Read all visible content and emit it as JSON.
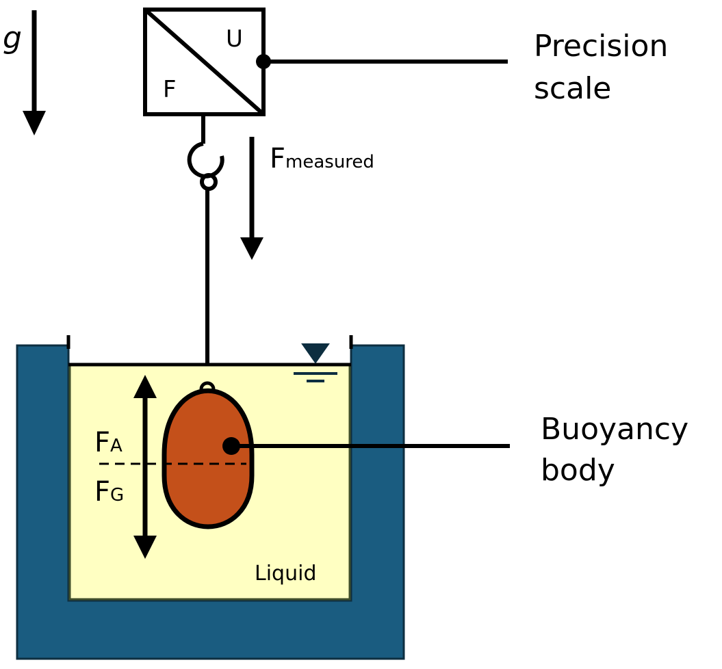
{
  "diagram": {
    "gravity_symbol": "g",
    "scale_box": {
      "output_symbol": "U",
      "input_symbol": "F"
    },
    "measured_force": {
      "symbol": "F",
      "subscript": "measured"
    },
    "callouts": {
      "precision_scale": {
        "line1": "Precision",
        "line2": "scale"
      },
      "buoyancy_body": {
        "line1": "Buoyancy",
        "line2": "body"
      }
    },
    "forces": {
      "buoyant": {
        "symbol": "F",
        "subscript": "A"
      },
      "gravity": {
        "symbol": "F",
        "subscript": "G"
      }
    },
    "liquid_label": "Liquid",
    "colors": {
      "tank": "#1a5c80",
      "tank_outline": "#0d2e40",
      "liquid": "#ffffc2",
      "body": "#c4501a",
      "line": "#000000"
    }
  }
}
